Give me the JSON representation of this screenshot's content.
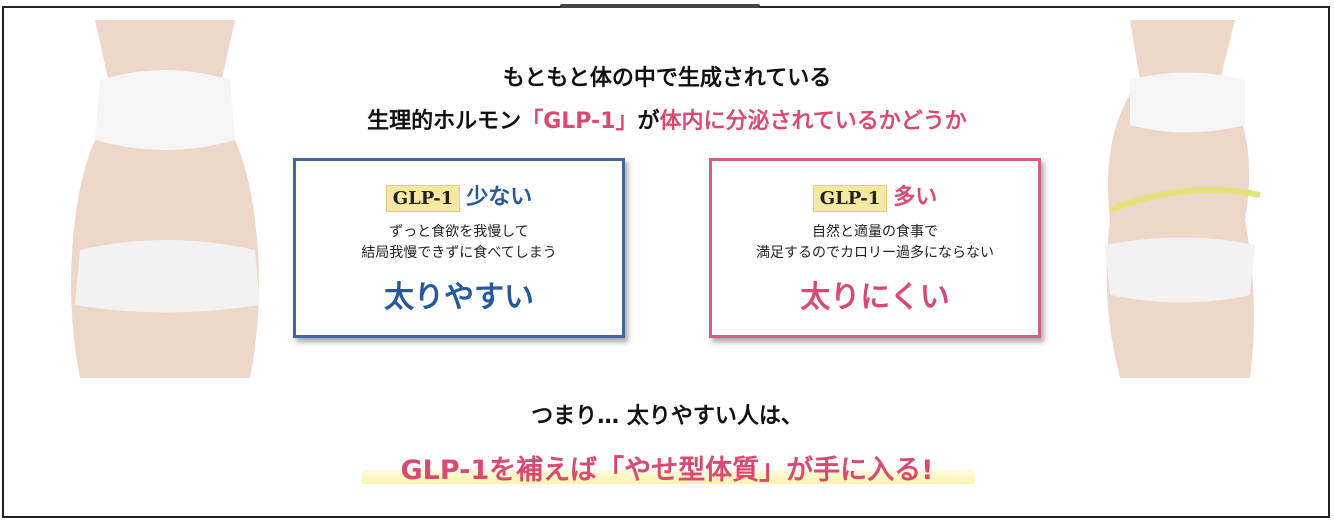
{
  "headline": {
    "line1": "もともと体の中で生成されている",
    "line2_prefix": "生理的ホルモン",
    "line2_highlight": "「GLP-1」",
    "line2_mid": "が",
    "line2_suffix": "体内に分泌されているかどうか"
  },
  "cards": [
    {
      "tag": "GLP-1",
      "level": "少ない",
      "desc1": "ずっと食欲を我慢して",
      "desc2": "結局我慢できずに食べてしまう",
      "result": "太りやすい",
      "color": "#245a9c"
    },
    {
      "tag": "GLP-1",
      "level": "多い",
      "desc1": "自然と適量の食事で",
      "desc2": "満足するのでカロリー過多にならない",
      "result": "太りにくい",
      "color": "#d94a72"
    }
  ],
  "conclusion": {
    "line1": "つまり… 太りやすい人は、",
    "line2": "GLP-1を補えば「やせ型体質」が手に入る!"
  },
  "colors": {
    "pink": "#d94a72",
    "blue": "#245a9c",
    "highlight": "#fbf3a8"
  }
}
